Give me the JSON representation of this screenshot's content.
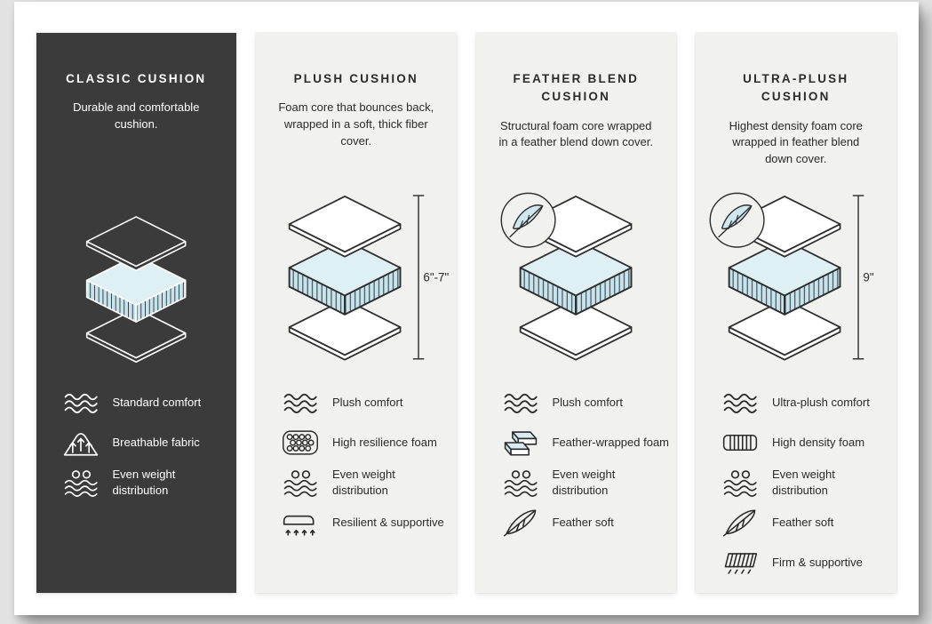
{
  "page": {
    "background_color": "#e2e2e2",
    "card_color": "#ffffff",
    "dark_column_color": "#3b3b3b",
    "light_column_color": "#f1f1ef",
    "foam_accent_color": "#c6e4ee"
  },
  "columns": [
    {
      "id": "classic-cushion",
      "theme": "dark",
      "title": "CLASSIC CUSHION",
      "description": "Durable and comfortable cushion.",
      "features": [
        {
          "icon": "wave-icon",
          "label": "Standard comfort"
        },
        {
          "icon": "breathable-icon",
          "label": "Breathable fabric"
        },
        {
          "icon": "weight-distribution-icon",
          "label": "Even weight distribution"
        }
      ]
    },
    {
      "id": "plush-cushion",
      "theme": "light",
      "title": "PLUSH CUSHION",
      "description": "Foam core that bounces back, wrapped in a soft, thick fiber cover.",
      "dimension_label": "6\"-7\"",
      "features": [
        {
          "icon": "wave-icon",
          "label": "Plush comfort"
        },
        {
          "icon": "foam-cells-icon",
          "label": "High resilience foam"
        },
        {
          "icon": "weight-distribution-icon",
          "label": "Even weight distribution"
        },
        {
          "icon": "resilient-icon",
          "label": "Resilient & supportive"
        }
      ]
    },
    {
      "id": "feather-blend-cushion",
      "theme": "light",
      "title": "FEATHER BLEND CUSHION",
      "description": "Structural foam core wrapped in a feather blend down cover.",
      "features": [
        {
          "icon": "wave-icon",
          "label": "Plush comfort"
        },
        {
          "icon": "bricks-icon",
          "label": "Feather-wrapped foam"
        },
        {
          "icon": "weight-distribution-icon",
          "label": "Even weight distribution"
        },
        {
          "icon": "feather-icon",
          "label": "Feather soft"
        }
      ]
    },
    {
      "id": "ultra-plush-cushion",
      "theme": "light",
      "title": "ULTRA-PLUSH CUSHION",
      "description": "Highest density foam core wrapped in feather blend down cover.",
      "dimension_label": "9\"",
      "features": [
        {
          "icon": "wave-icon",
          "label": "Ultra-plush comfort"
        },
        {
          "icon": "density-icon",
          "label": "High density foam"
        },
        {
          "icon": "weight-distribution-icon",
          "label": "Even weight distribution"
        },
        {
          "icon": "feather-icon",
          "label": "Feather soft"
        },
        {
          "icon": "firm-icon",
          "label": "Firm & supportive"
        }
      ]
    }
  ]
}
